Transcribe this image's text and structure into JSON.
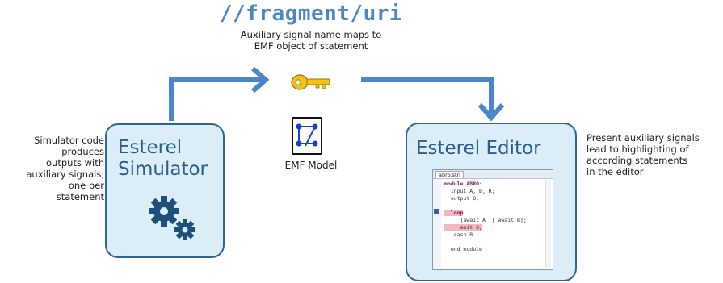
{
  "uri": {
    "title": "//fragment/uri",
    "desc_line1": "Auxiliary signal name maps to",
    "desc_line2": "EMF object of statement"
  },
  "left_note": [
    "Simulator code",
    "produces",
    "outputs with",
    "auxiliary signals,",
    "one per",
    "statement"
  ],
  "right_note": [
    "Present auxiliary signals",
    "lead to highlighting of",
    "according statements",
    "in the editor"
  ],
  "simulator": {
    "title_line1": "Esterel",
    "title_line2": "Simulator",
    "icon": "gears-icon"
  },
  "emf": {
    "label": "EMF Model",
    "icon": "emf-model-icon"
  },
  "key": {
    "icon": "key-icon"
  },
  "editor": {
    "title": "Esterel Editor",
    "tab": "abro.strl",
    "code": [
      "module ABRO:",
      "  input A, B, R;",
      "  output O;",
      "",
      "  loop",
      "     [await A || await B];",
      "     emit O;",
      "   each R",
      "",
      "  end module"
    ]
  },
  "colors": {
    "arrow": "#4a86c8",
    "box_border": "#2f6696",
    "box_fill": "#dbedf6",
    "title": "#4a86c8"
  }
}
